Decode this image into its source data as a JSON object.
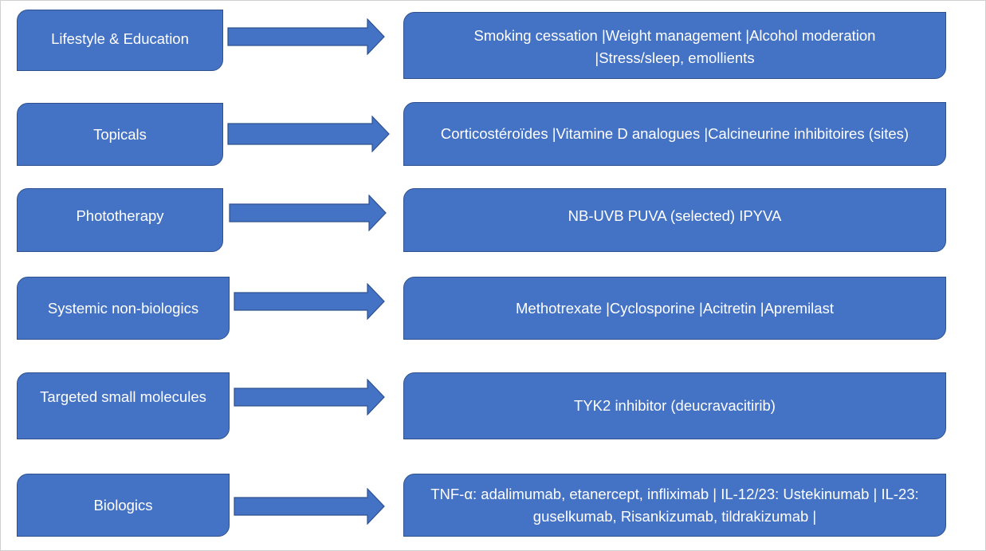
{
  "colors": {
    "fill": "#4472C4",
    "border": "#2F528F",
    "text": "#FFFFFF"
  },
  "rows": [
    {
      "category": "Lifestyle & Education",
      "detail": "Smoking cessation |Weight management |Alcohol moderation |Stress/sleep, emollients"
    },
    {
      "category": "Topicals",
      "detail": "Corticostéroïdes |Vitamine D analogues |Calcineurine inhibitoires (sites)"
    },
    {
      "category": "Phototherapy",
      "detail": "NB-UVB PUVA (selected) IPYVA"
    },
    {
      "category": "Systemic non-biologics",
      "detail": "Methotrexate |Cyclosporine |Acitretin |Apremilast"
    },
    {
      "category": "Targeted small molecules",
      "detail": "TYK2 inhibitor (deucravacitirib)"
    },
    {
      "category": "Biologics",
      "detail": "TNF-α: adalimumab, etanercept, infliximab | IL-12/23: Ustekinumab | IL-23: guselkumab, Risankizumab, tildrakizumab |"
    }
  ]
}
